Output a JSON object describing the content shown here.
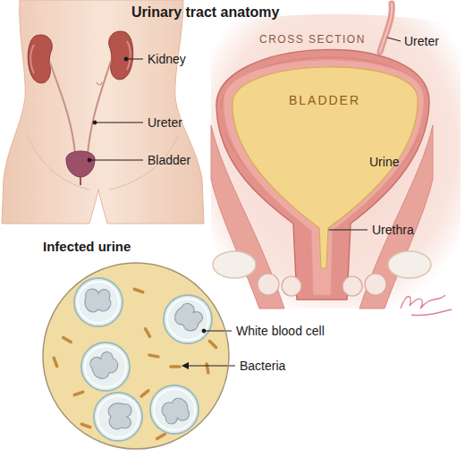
{
  "diagram": {
    "title": "Urinary tract anatomy",
    "nodes": [
      {
        "text": [
          "BLADDER"
        ]
      },
      {
        "text": [
          "Infected urine"
        ]
      }
    ],
    "labels": [
      "Kidney",
      "Ureter",
      "Bladder",
      "CROSS SECTION",
      "Ureter",
      "Urine",
      "Urethra",
      "White blood cell",
      "Bacteria"
    ]
  }
}
